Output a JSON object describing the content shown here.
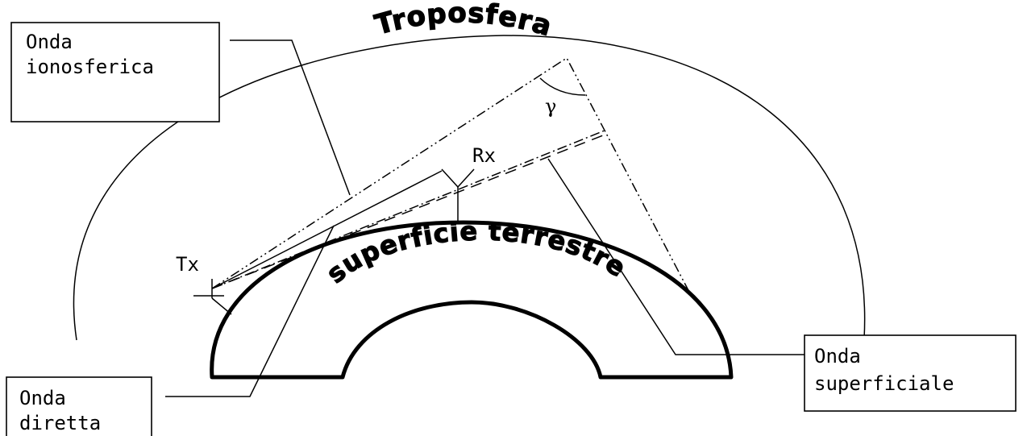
{
  "labels": {
    "troposphere": "Troposfera",
    "earth_surface": "superficie terrestre",
    "tx": "Tx",
    "rx": "Rx",
    "angle": "γ"
  },
  "boxes": {
    "ionospheric": [
      "Onda",
      "ionosferica"
    ],
    "surface": [
      "Onda",
      "superficiale"
    ],
    "direct": [
      "Onda",
      "diretta"
    ]
  }
}
